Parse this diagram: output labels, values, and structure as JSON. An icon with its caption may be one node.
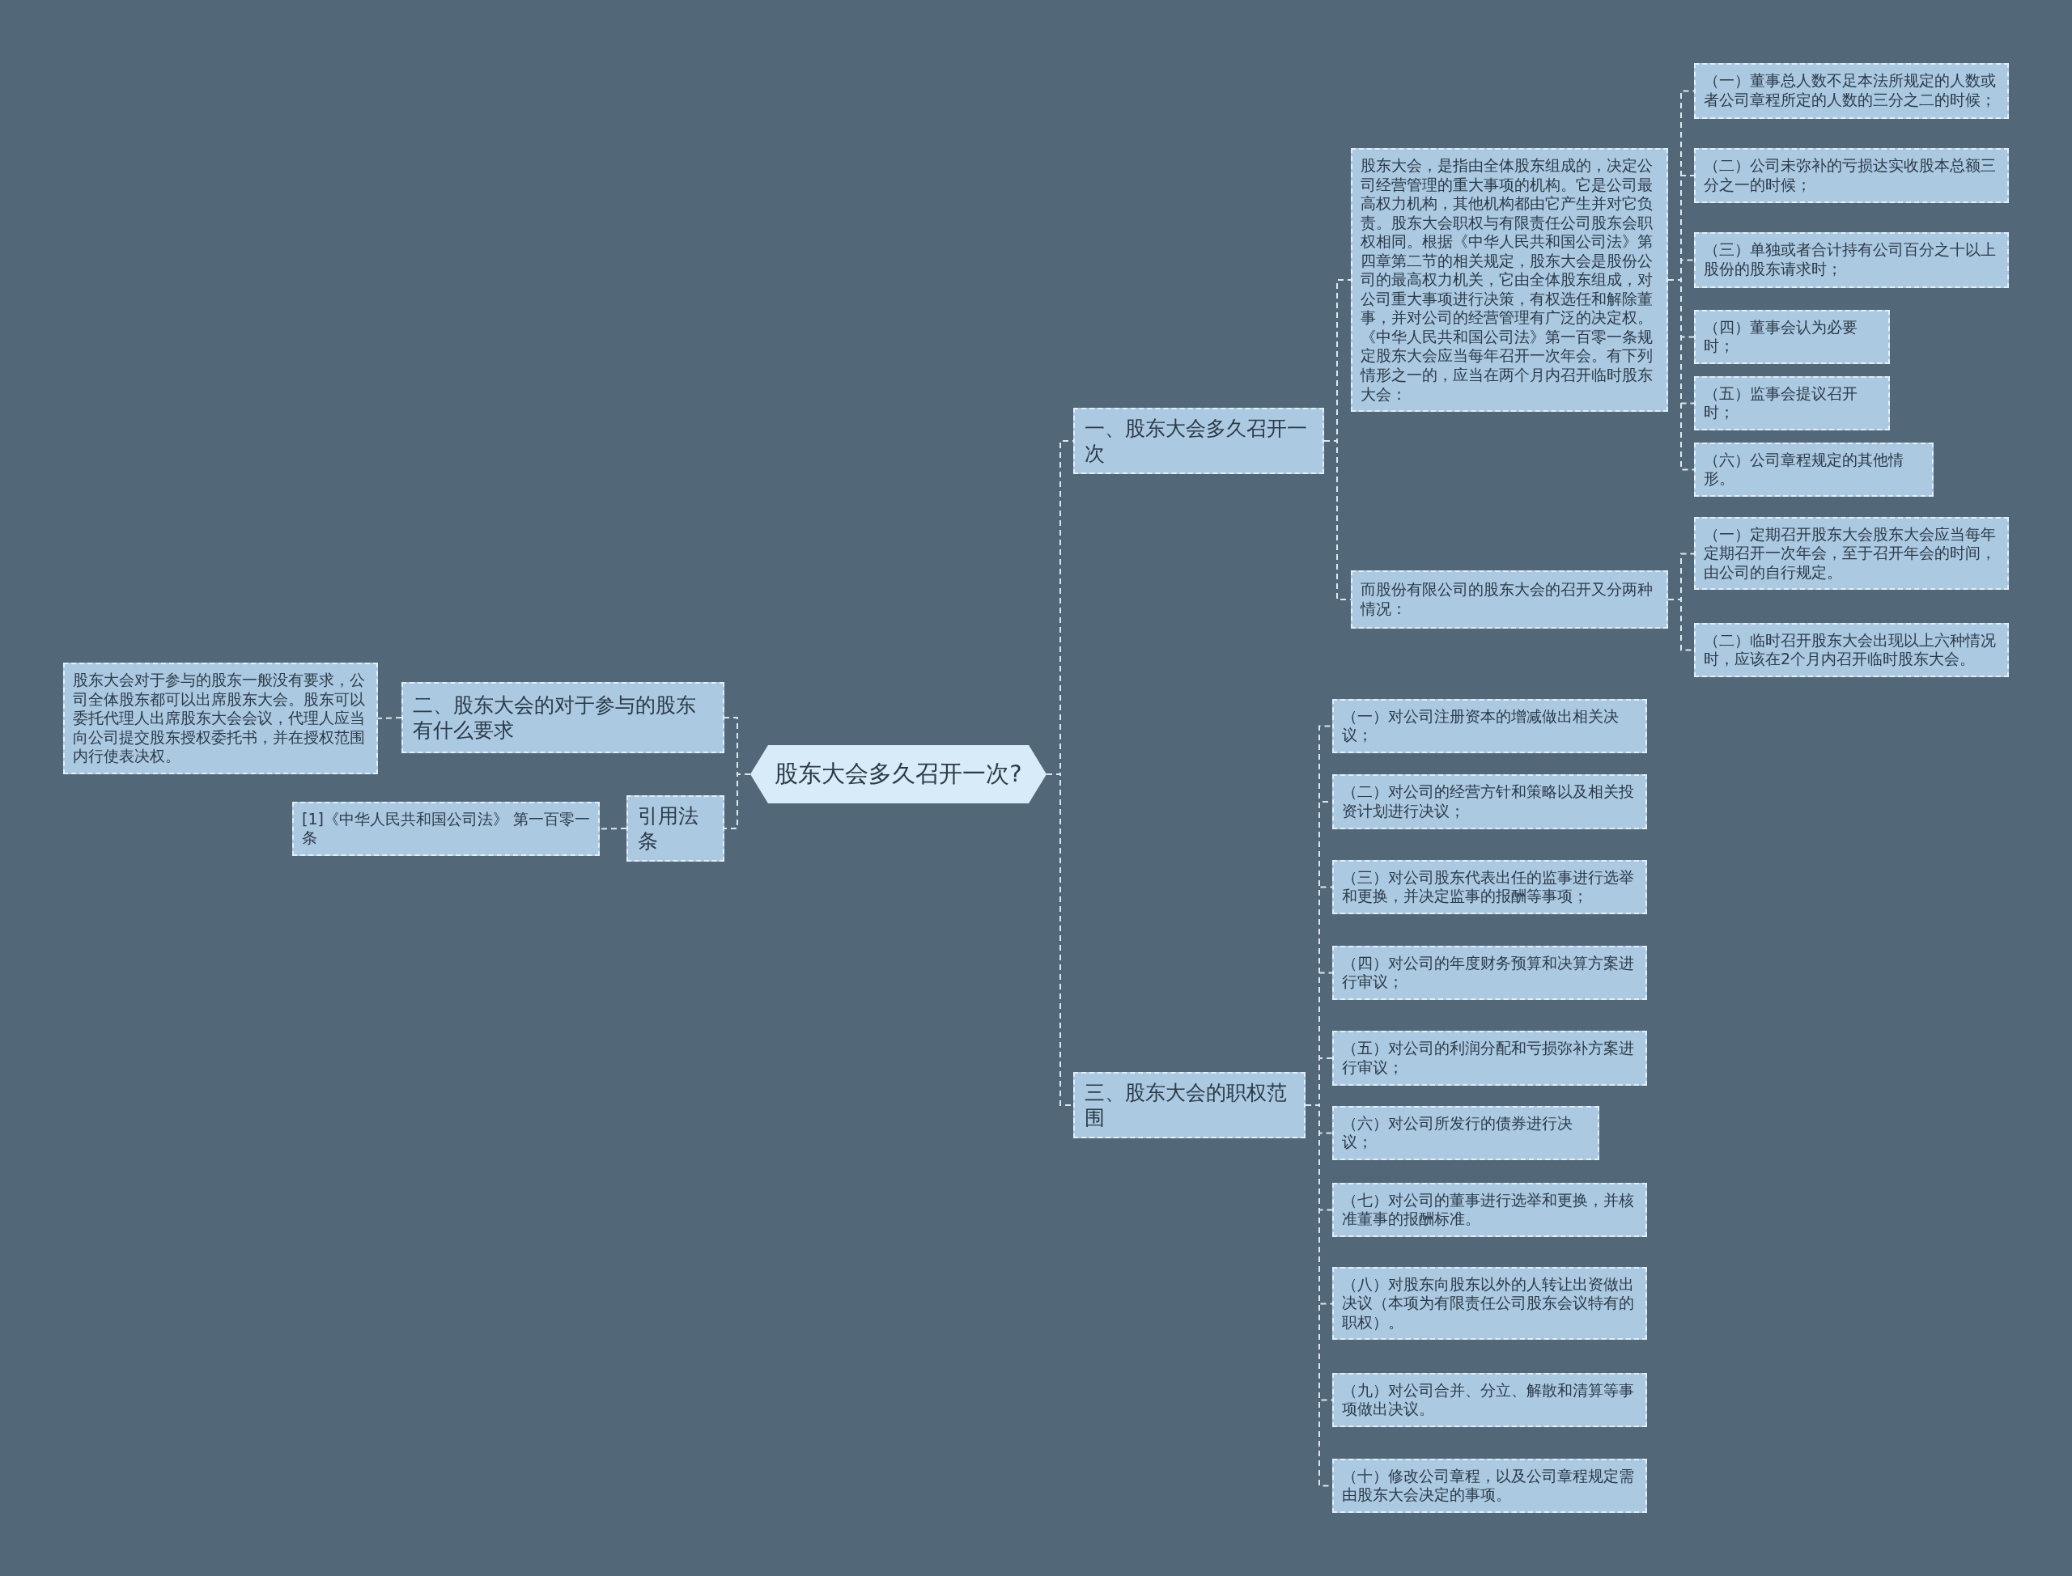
{
  "diagram": {
    "nodes": [
      {
        "text": [
          "股东大会多久召开一次?"
        ]
      },
      {
        "text": [
          "一、股东大会多久召开一次"
        ]
      },
      {
        "text": [
          "股东大会，是指由全体股东组成的，决定公司经营管理的重大事项的机构。它是公司最高权力机构，其他机构都由它产生并对它负责。股东大会职权与有限责任公司股东会职权相同。根据《中华人民共和国公司法》第四章第二节的相关规定，股东大会是股份公司的最高权力机关，它由全体股东组成，对公司重大事项进行决策，有权选任和解除董事，并对公司的经营管理有广泛的决定权。《中华人民共和国公司法》第一百零一条规定股东大会应当每年召开一次年会。有下列情形之一的，应当在两个月内召开临时股东大会："
        ]
      },
      {
        "text": [
          "（一）董事总人数不足本法所规定的人数或者公司章程所定的人数的三分之二的时候；"
        ]
      },
      {
        "text": [
          "（二）公司未弥补的亏损达实收股本总额三分之一的时候；"
        ]
      },
      {
        "text": [
          "（三）单独或者合计持有公司百分之十以上股份的股东请求时；"
        ]
      },
      {
        "text": [
          "（四）董事会认为必要时；"
        ]
      },
      {
        "text": [
          "（五）监事会提议召开时；"
        ]
      },
      {
        "text": [
          "（六）公司章程规定的其他情形。"
        ]
      },
      {
        "text": [
          "而股份有限公司的股东大会的召开又分两种情况："
        ]
      },
      {
        "text": [
          "（一）定期召开股东大会股东大会应当每年定期召开一次年会，至于召开年会的时间，由公司的自行规定。"
        ]
      },
      {
        "text": [
          "（二）临时召开股东大会出现以上六种情况时，应该在2个月内召开临时股东大会。"
        ]
      },
      {
        "text": [
          "三、股东大会的职权范围"
        ]
      },
      {
        "text": [
          "（一）对公司注册资本的增减做出相关决议；"
        ]
      },
      {
        "text": [
          "（二）对公司的经营方针和策略以及相关投资计划进行决议；"
        ]
      },
      {
        "text": [
          "（三）对公司股东代表出任的监事进行选举和更换，并决定监事的报酬等事项；"
        ]
      },
      {
        "text": [
          "（四）对公司的年度财务预算和决算方案进行审议；"
        ]
      },
      {
        "text": [
          "（五）对公司的利润分配和亏损弥补方案进行审议；"
        ]
      },
      {
        "text": [
          "（六）对公司所发行的债券进行决议；"
        ]
      },
      {
        "text": [
          "（七）对公司的董事进行选举和更换，并核准董事的报酬标准。"
        ]
      },
      {
        "text": [
          "（八）对股东向股东以外的人转让出资做出决议（本项为有限责任公司股东会议特有的职权）。"
        ]
      },
      {
        "text": [
          "（九）对公司合并、分立、解散和清算等事项做出决议。"
        ]
      },
      {
        "text": [
          "（十）修改公司章程，以及公司章程规定需由股东大会决定的事项。"
        ]
      },
      {
        "text": [
          "二、股东大会的对于参与的股东有什么要求"
        ]
      },
      {
        "text": [
          "股东大会对于参与的股东一般没有要求，公司全体股东都可以出席股东大会。股东可以委托代理人出席股东大会会议，代理人应当向公司提交股东授权委托书，并在授权范围内行使表决权。"
        ]
      },
      {
        "text": [
          "引用法条"
        ]
      },
      {
        "text": [
          "[1]《中华人民共和国公司法》 第一百零一条"
        ]
      }
    ],
    "edges": [
      {
        "from": 0,
        "to": 1,
        "arrow": "none"
      },
      {
        "from": 1,
        "to": 2,
        "arrow": "none"
      },
      {
        "from": 2,
        "to": 3,
        "arrow": "none"
      },
      {
        "from": 2,
        "to": 4,
        "arrow": "none"
      },
      {
        "from": 2,
        "to": 5,
        "arrow": "none"
      },
      {
        "from": 2,
        "to": 6,
        "arrow": "none"
      },
      {
        "from": 2,
        "to": 7,
        "arrow": "none"
      },
      {
        "from": 2,
        "to": 8,
        "arrow": "none"
      },
      {
        "from": 1,
        "to": 9,
        "arrow": "none"
      },
      {
        "from": 9,
        "to": 10,
        "arrow": "none"
      },
      {
        "from": 9,
        "to": 11,
        "arrow": "none"
      },
      {
        "from": 0,
        "to": 12,
        "arrow": "none"
      },
      {
        "from": 12,
        "to": 13,
        "arrow": "none"
      },
      {
        "from": 12,
        "to": 14,
        "arrow": "none"
      },
      {
        "from": 12,
        "to": 15,
        "arrow": "none"
      },
      {
        "from": 12,
        "to": 16,
        "arrow": "none"
      },
      {
        "from": 12,
        "to": 17,
        "arrow": "none"
      },
      {
        "from": 12,
        "to": 18,
        "arrow": "none"
      },
      {
        "from": 12,
        "to": 19,
        "arrow": "none"
      },
      {
        "from": 12,
        "to": 20,
        "arrow": "none"
      },
      {
        "from": 12,
        "to": 21,
        "arrow": "none"
      },
      {
        "from": 12,
        "to": 22,
        "arrow": "none"
      },
      {
        "from": 0,
        "to": 23,
        "arrow": "none"
      },
      {
        "from": 23,
        "to": 24,
        "arrow": "none"
      },
      {
        "from": 0,
        "to": 25,
        "arrow": "none"
      },
      {
        "from": 25,
        "to": 26,
        "arrow": "none"
      }
    ]
  }
}
